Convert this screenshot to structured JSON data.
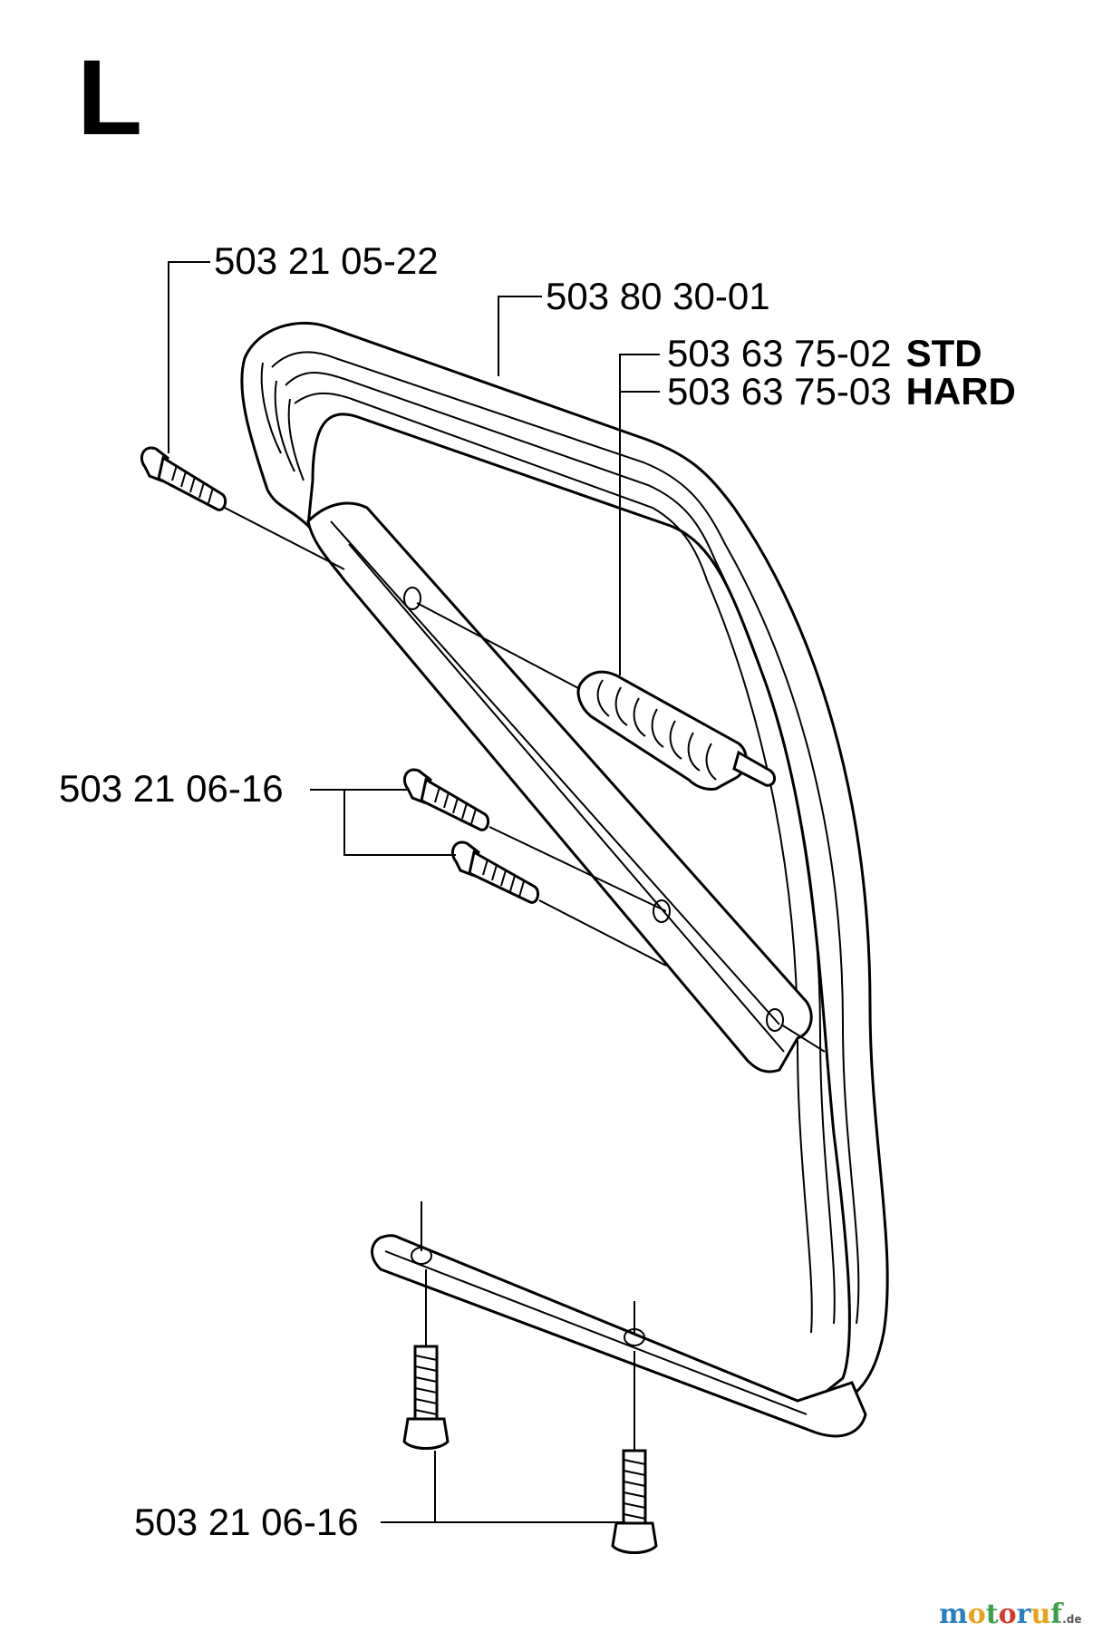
{
  "page_letter": "L",
  "callouts": {
    "screw_top": "503 21 05-22",
    "handle": "503 80 30-01",
    "damper_std_number": "503 63 75-02",
    "damper_std_grade": "STD",
    "damper_hard_number": "503 63 75-03",
    "damper_hard_grade": "HARD",
    "screws_middle": "503 21 06-16",
    "screws_bottom": "503 21 06-16"
  },
  "watermark": {
    "letters": [
      "m",
      "o",
      "t",
      "o",
      "r",
      "u",
      "f"
    ],
    "colors": [
      "#2a7fc1",
      "#e8a21a",
      "#3aa04a",
      "#d43a2f",
      "#2a7fc1",
      "#e8a21a",
      "#3aa04a"
    ],
    "suffix": ".de"
  }
}
